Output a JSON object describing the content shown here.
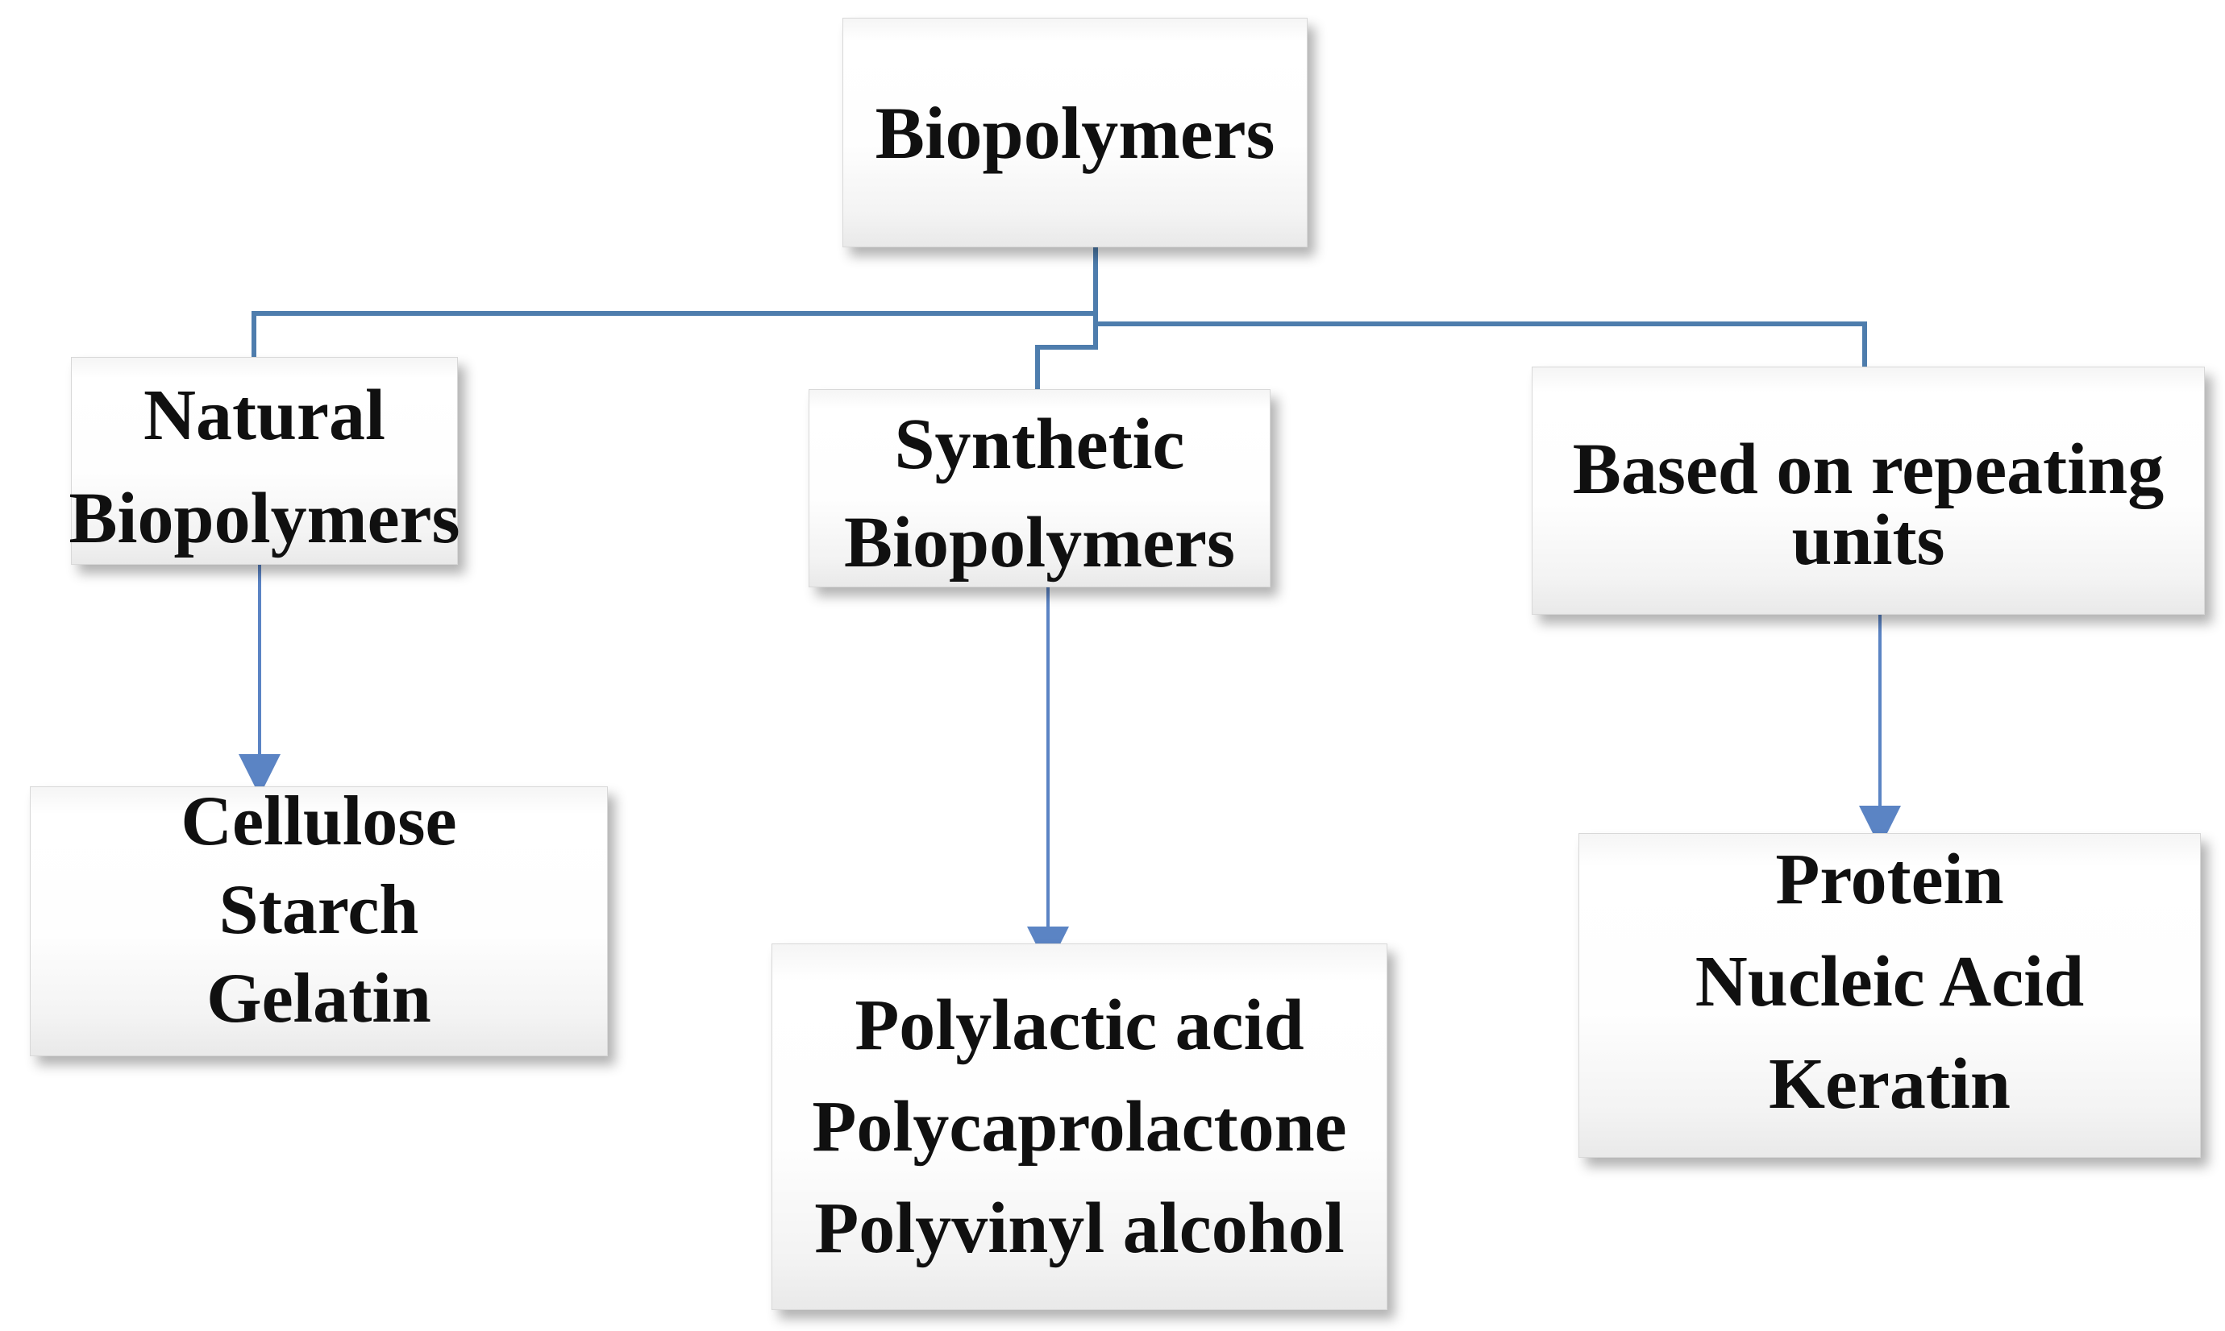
{
  "diagram": {
    "title_node": {
      "label": "Biopolymers"
    },
    "branches": [
      {
        "id": "natural",
        "lines": [
          "Natural",
          "Biopolymers"
        ],
        "leaf_items": [
          "Cellulose",
          "Starch",
          "Gelatin"
        ]
      },
      {
        "id": "synthetic",
        "lines": [
          "Synthetic",
          "Biopolymers"
        ],
        "leaf_items": [
          "Polylactic acid",
          "Polycaprolactone",
          "Polyvinyl alcohol"
        ]
      },
      {
        "id": "repeating-units",
        "lines": [
          "Based on repeating",
          "units"
        ],
        "leaf_items": [
          "Protein",
          "Nucleic Acid",
          "Keratin"
        ]
      }
    ],
    "colors": {
      "connector": "#4e7dad",
      "arrow": "#5b84c4",
      "box_border": "#d8d8d8",
      "text": "#101010",
      "bg": "#ffffff"
    }
  }
}
